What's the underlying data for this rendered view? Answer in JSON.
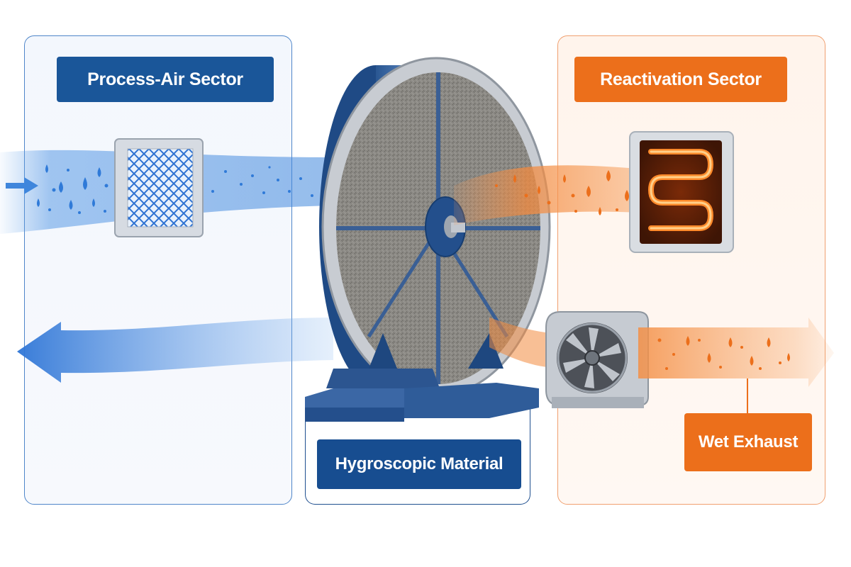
{
  "sectors": {
    "process_air": {
      "label": "Process-Air Sector",
      "color": "#1a5699"
    },
    "reactivation": {
      "label": "Reactivation Sector",
      "color": "#ec6f1b"
    }
  },
  "wheel": {
    "label": "Hygroscopic Material",
    "color": "#174d90"
  },
  "exhaust": {
    "label": "Wet Exhaust",
    "color": "#ec6f1b"
  },
  "icons": {
    "filter": "air-filter-icon",
    "heater": "heating-coil-icon",
    "fan": "centrifugal-fan-icon",
    "wheel": "desiccant-wheel-icon"
  }
}
